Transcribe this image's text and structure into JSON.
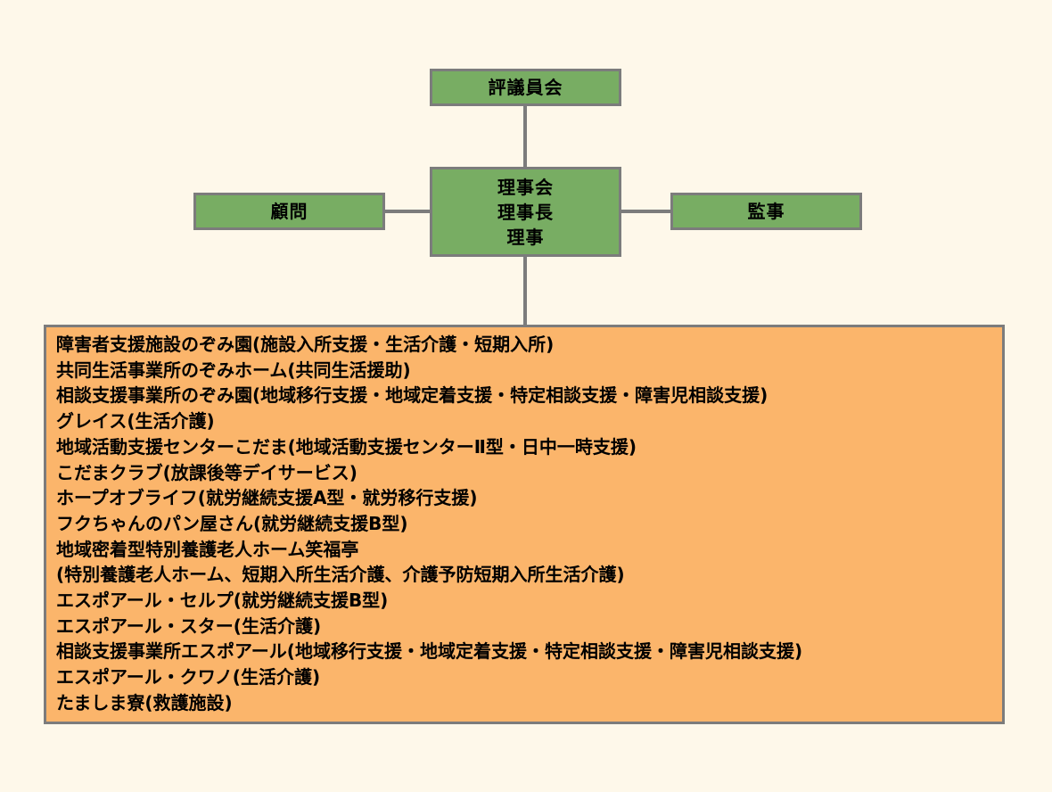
{
  "diagram": {
    "council": "評議員会",
    "board": [
      "理事会",
      "理事長",
      "理事"
    ],
    "advisor": "顧問",
    "auditor": "監事",
    "facilities": [
      "障害者支援施設のぞみ園(施設入所支援・生活介護・短期入所)",
      "共同生活事業所のぞみホーム(共同生活援助)",
      "相談支援事業所のぞみ園(地域移行支援・地域定着支援・特定相談支援・障害児相談支援)",
      "グレイス(生活介護)",
      "地域活動支援センターこだま(地域活動支援センターⅡ型・日中一時支援)",
      "こだまクラブ(放課後等デイサービス)",
      "ホープオブライフ(就労継続支援A型・就労移行支援)",
      "フクちゃんのパン屋さん(就労継続支援B型)",
      "地域密着型特別養護老人ホーム笑福亭",
      "(特別養護老人ホーム、短期入所生活介護、介護予防短期入所生活介護)",
      "エスポアール・セルプ(就労継続支援B型)",
      "エスポアール・スター(生活介護)",
      "相談支援事業所エスポアール(地域移行支援・地域定着支援・特定相談支援・障害児相談支援)",
      "エスポアール・クワノ(生活介護)",
      "たましま寮(救護施設)"
    ]
  },
  "colors": {
    "background": "#fef8ea",
    "node_fill": "#78ad63",
    "facility_fill": "#fbb56b",
    "border": "#7c7c7c"
  }
}
